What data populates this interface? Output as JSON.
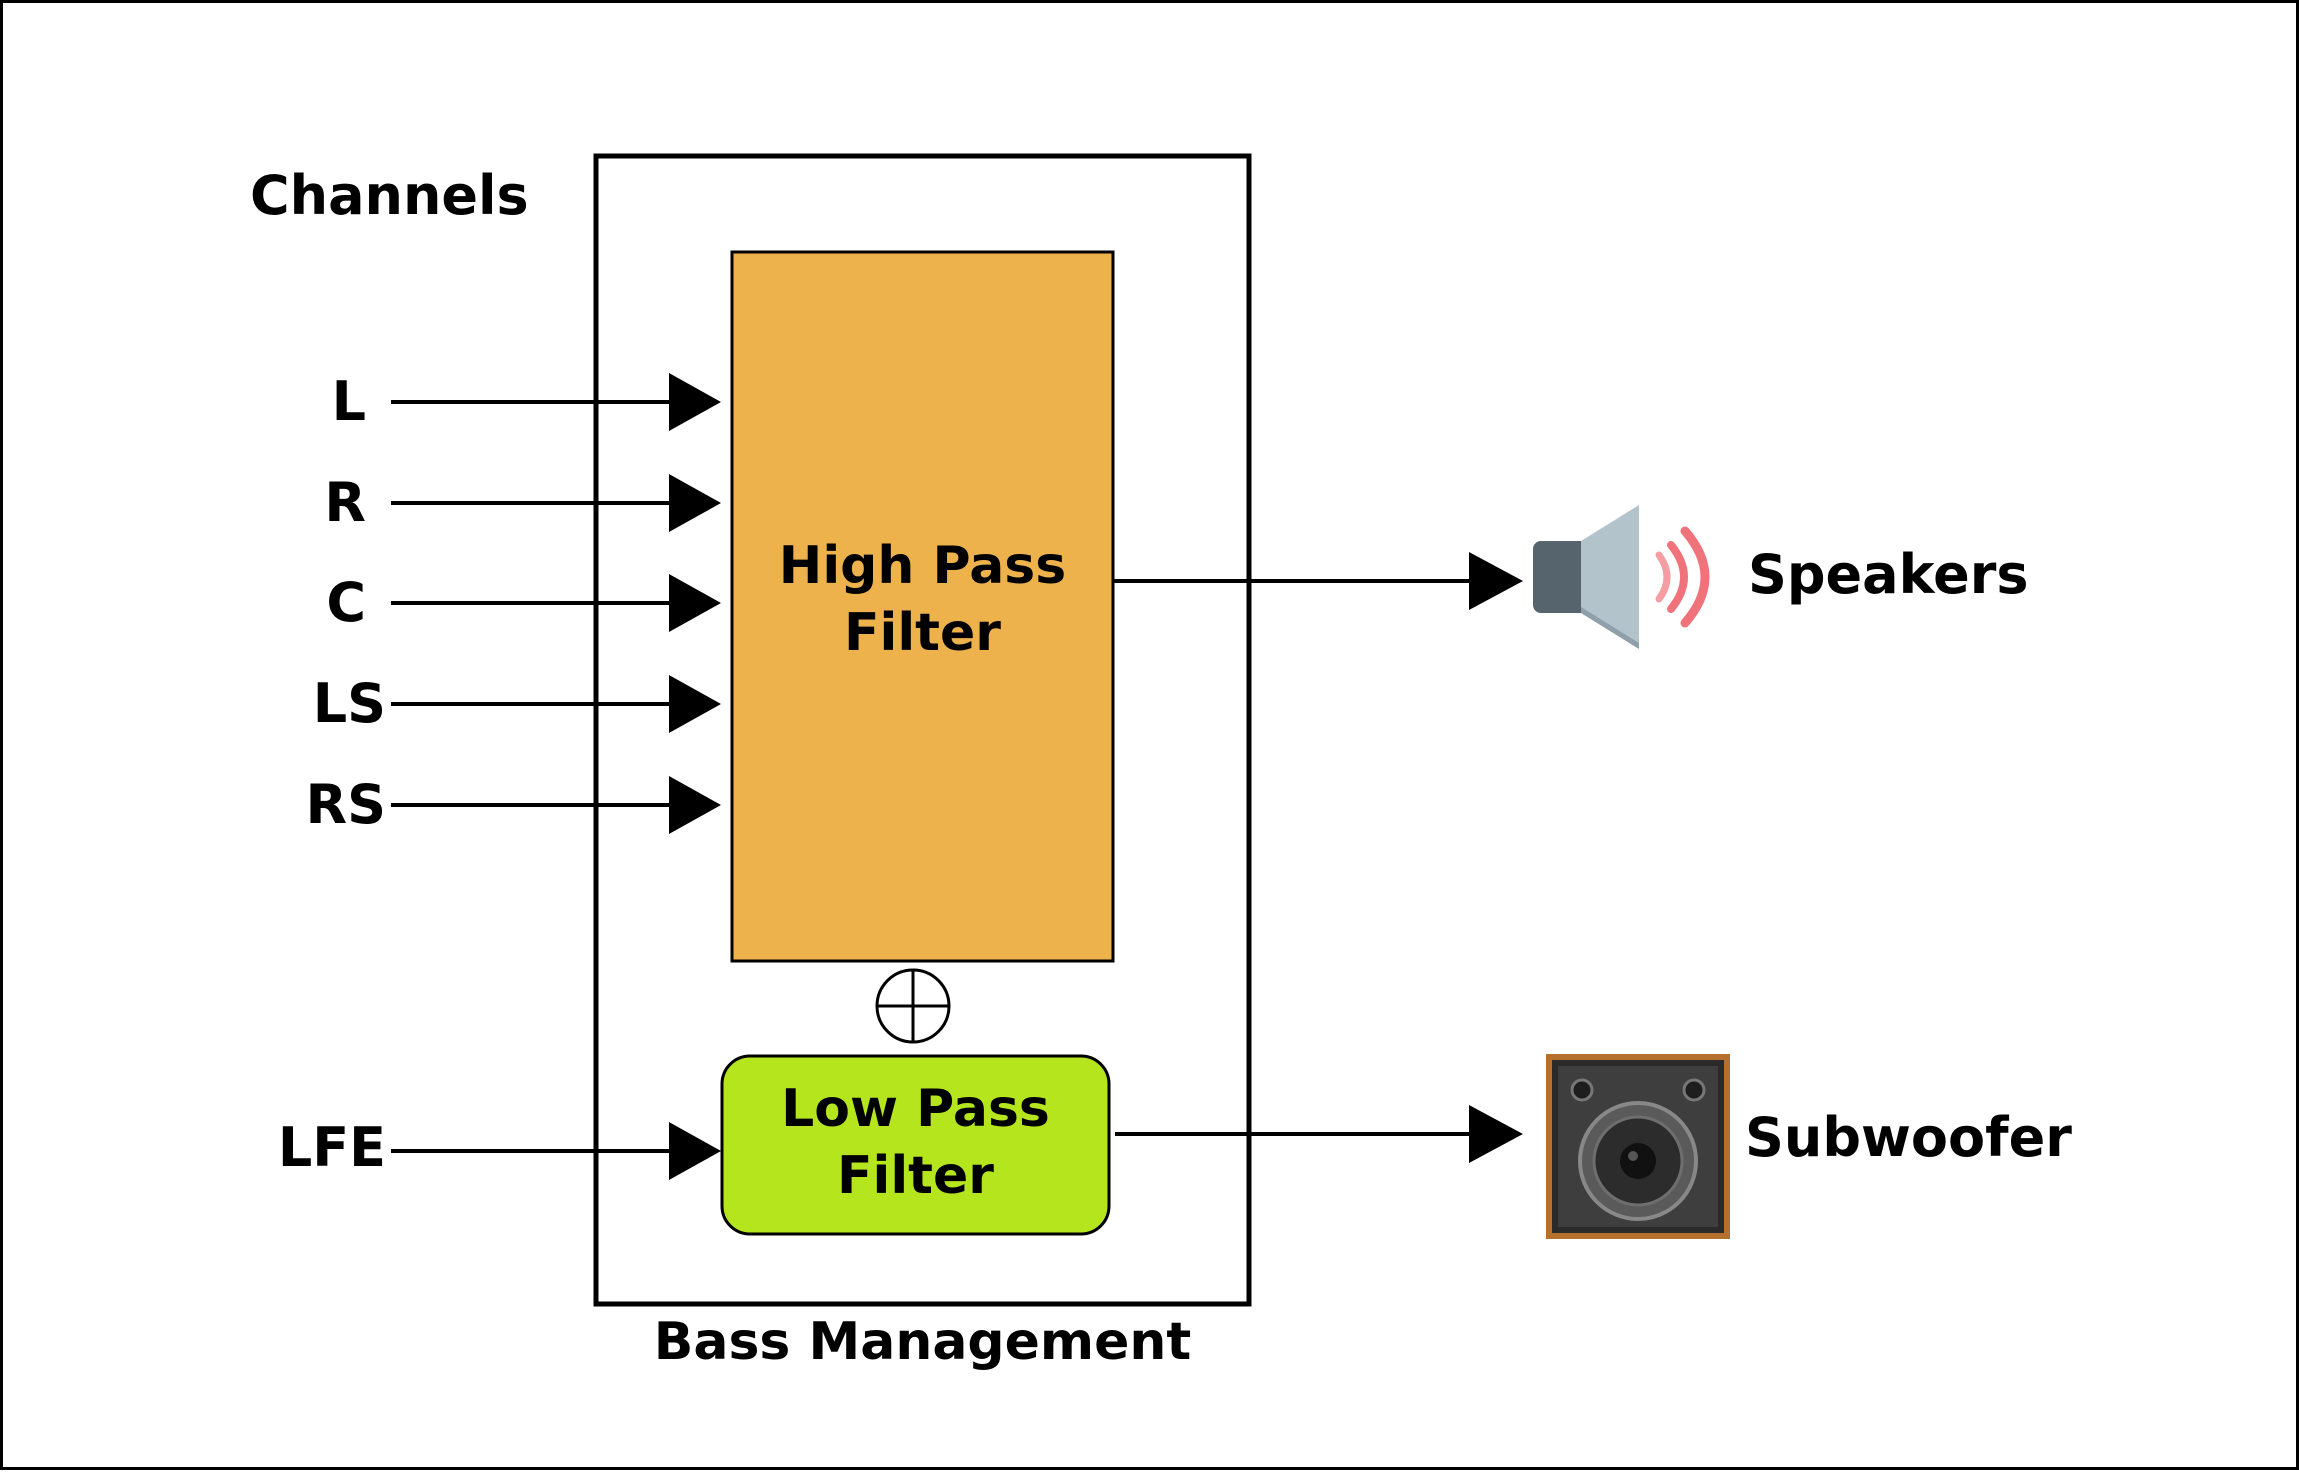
{
  "channels_title": "Channels",
  "channels": [
    "L",
    "R",
    "C",
    "LS",
    "RS"
  ],
  "lfe_label": "LFE",
  "high_pass": {
    "line1": "High Pass",
    "line2": "Filter",
    "color": "#EDB24B"
  },
  "low_pass": {
    "line1": "Low Pass",
    "line2": "Filter",
    "color": "#B5E61D"
  },
  "bass_management_label": "Bass Management",
  "speakers_label": "Speakers",
  "subwoofer_label": "Subwoofer",
  "icons": {
    "speaker": "speaker-icon",
    "subwoofer": "subwoofer-icon",
    "sum": "summing-junction-icon"
  },
  "colors": {
    "wave": "#F0737C",
    "speaker_body": "#56646E",
    "speaker_cone": "#B3C3CC",
    "sub_frame": "#B5702E",
    "sub_face": "#3A3A3A"
  }
}
